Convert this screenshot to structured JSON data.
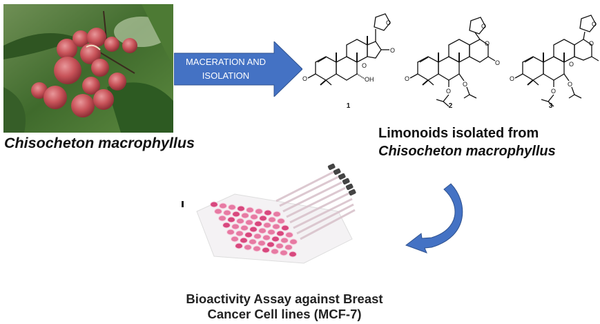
{
  "plant": {
    "image_alt": "Chisocheton macrophyllus fruits on tree",
    "caption": "Chisocheton macrophyllus"
  },
  "process_arrow": {
    "line1": "MACERATION AND",
    "line2": "ISOLATION",
    "color": "#4472C4"
  },
  "compounds": [
    {
      "label": "1"
    },
    {
      "label": "2"
    },
    {
      "label": "3"
    }
  ],
  "limonoids": {
    "line1": "Limonoids isolated from",
    "line2": "Chisocheton macrophyllus"
  },
  "assay": {
    "image_alt": "96-well plate with pink wells and multichannel pipette",
    "caption_line1": "Bioactivity Assay against Breast",
    "caption_line2": "Cancer Cell lines (MCF-7)"
  },
  "curved_arrow": {
    "color": "#4472C4"
  }
}
